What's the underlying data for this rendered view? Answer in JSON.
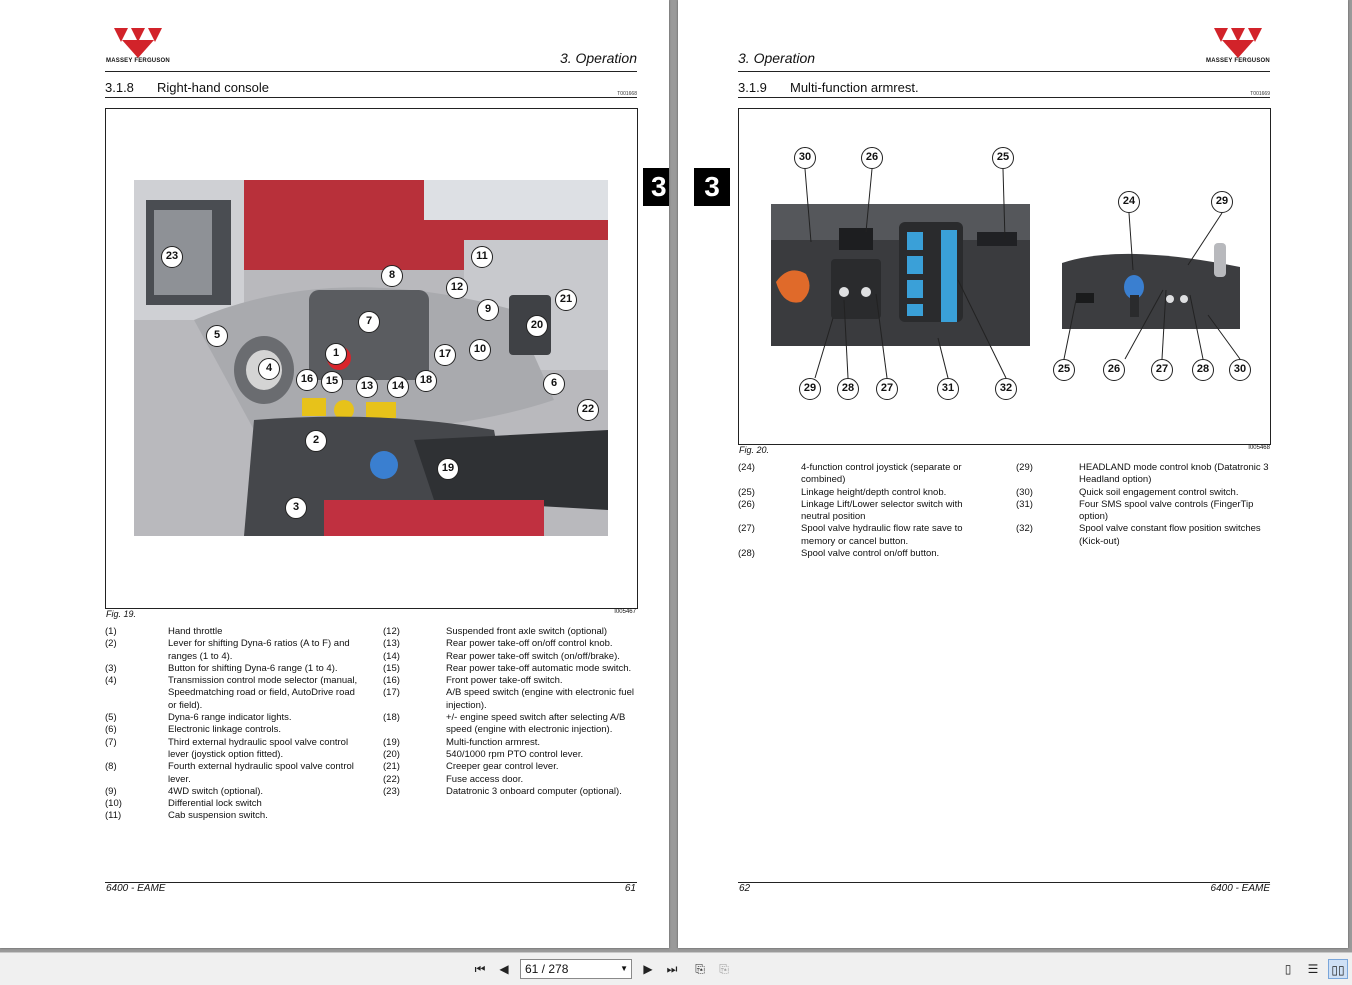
{
  "brand": "MASSEY FERGUSON",
  "colors": {
    "brand_red": "#d2232a",
    "tab_bg": "#000000"
  },
  "left": {
    "section": "3. Operation",
    "number": "3.1.8",
    "title": "Right-hand console",
    "title_code": "T001668",
    "figure_caption": "Fig. 19.",
    "figure_code": "I005467",
    "callouts": [
      "1",
      "2",
      "3",
      "4",
      "5",
      "6",
      "7",
      "8",
      "9",
      "10",
      "11",
      "12",
      "13",
      "14",
      "15",
      "16",
      "17",
      "18",
      "19",
      "20",
      "21",
      "22",
      "23"
    ],
    "legend_col1": [
      {
        "n": "(1)",
        "t": "Hand throttle"
      },
      {
        "n": "(2)",
        "t": "Lever for shifting Dyna-6 ratios (A to F) and ranges (1 to 4)."
      },
      {
        "n": "(3)",
        "t": "Button for shifting Dyna-6 range (1 to 4)."
      },
      {
        "n": "(4)",
        "t": "Transmission control mode selector (manual, Speedmatching road or field, AutoDrive road or field)."
      },
      {
        "n": "(5)",
        "t": "Dyna-6 range indicator lights."
      },
      {
        "n": "(6)",
        "t": "Electronic linkage controls."
      },
      {
        "n": "(7)",
        "t": "Third external hydraulic spool valve control lever (joystick option fitted)."
      },
      {
        "n": "(8)",
        "t": "Fourth external hydraulic spool valve control lever."
      },
      {
        "n": "(9)",
        "t": "4WD switch (optional)."
      },
      {
        "n": "(10)",
        "t": "Differential lock switch"
      },
      {
        "n": "(11)",
        "t": "Cab suspension switch."
      }
    ],
    "legend_col2": [
      {
        "n": "(12)",
        "t": "Suspended front axle switch (optional)"
      },
      {
        "n": "(13)",
        "t": "Rear power take-off on/off control knob."
      },
      {
        "n": "(14)",
        "t": "Rear power take-off switch (on/off/brake)."
      },
      {
        "n": "(15)",
        "t": "Rear power take-off automatic mode switch."
      },
      {
        "n": "(16)",
        "t": "Front power take-off switch."
      },
      {
        "n": "(17)",
        "t": "A/B speed switch (engine with electronic fuel injection)."
      },
      {
        "n": "(18)",
        "t": "+/- engine speed switch after selecting A/B speed (engine with electronic injection)."
      },
      {
        "n": "(19)",
        "t": "Multi-function armrest."
      },
      {
        "n": "(20)",
        "t": "540/1000 rpm PTO control lever."
      },
      {
        "n": "(21)",
        "t": "Creeper gear control lever."
      },
      {
        "n": "(22)",
        "t": "Fuse access door."
      },
      {
        "n": "(23)",
        "t": "Datatronic 3 onboard computer (optional)."
      }
    ],
    "footer_left": "6400 - EAME",
    "footer_right": "61",
    "tab": "3"
  },
  "right": {
    "section": "3. Operation",
    "number": "3.1.9",
    "title": "Multi-function armrest.",
    "title_code": "T001669",
    "figure_caption": "Fig. 20.",
    "figure_code": "I005468",
    "callouts_a": [
      "30",
      "26",
      "25",
      "29",
      "28",
      "27",
      "31",
      "32"
    ],
    "callouts_b": [
      "24",
      "29",
      "25",
      "26",
      "27",
      "28",
      "30"
    ],
    "legend_col1": [
      {
        "n": "(24)",
        "t": "4-function control joystick (separate or combined)"
      },
      {
        "n": "(25)",
        "t": "Linkage height/depth control knob."
      },
      {
        "n": "(26)",
        "t": "Linkage Lift/Lower selector switch with neutral position"
      },
      {
        "n": "(27)",
        "t": "Spool valve hydraulic flow rate save to memory or cancel button."
      },
      {
        "n": "(28)",
        "t": "Spool valve control on/off button."
      }
    ],
    "legend_col2": [
      {
        "n": "(29)",
        "t": "HEADLAND mode control knob (Datatronic 3 Headland option)"
      },
      {
        "n": "(30)",
        "t": "Quick soil engagement control switch."
      },
      {
        "n": "(31)",
        "t": "Four SMS spool valve controls (FingerTip option)"
      },
      {
        "n": "(32)",
        "t": "Spool valve constant flow position switches (Kick-out)"
      }
    ],
    "footer_left": "62",
    "footer_right": "6400 - EAME",
    "tab": "3"
  },
  "toolbar": {
    "current_page": "61",
    "total_pages": "278",
    "page_display": "61 / 278",
    "icons": [
      "first-page-icon",
      "prev-page-icon",
      "next-page-icon",
      "last-page-icon",
      "back-view-icon",
      "forward-view-icon",
      "single-page-icon",
      "continuous-page-icon",
      "facing-pages-icon"
    ]
  }
}
